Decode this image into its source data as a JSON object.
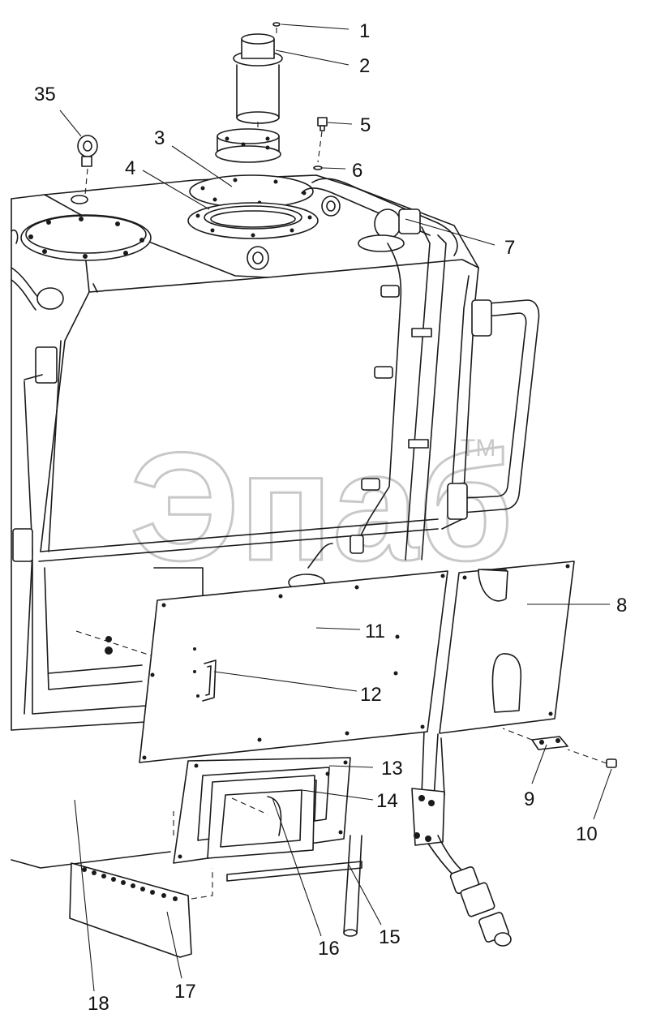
{
  "watermark": {
    "text": "Эпаб",
    "trademark": "TM"
  },
  "callouts": [
    {
      "id": "1",
      "label": "1"
    },
    {
      "id": "2",
      "label": "2"
    },
    {
      "id": "3",
      "label": "3"
    },
    {
      "id": "4",
      "label": "4"
    },
    {
      "id": "5",
      "label": "5"
    },
    {
      "id": "6",
      "label": "6"
    },
    {
      "id": "7",
      "label": "7"
    },
    {
      "id": "8",
      "label": "8"
    },
    {
      "id": "9",
      "label": "9"
    },
    {
      "id": "10",
      "label": "10"
    },
    {
      "id": "11",
      "label": "11"
    },
    {
      "id": "12",
      "label": "12"
    },
    {
      "id": "13",
      "label": "13"
    },
    {
      "id": "14",
      "label": "14"
    },
    {
      "id": "15",
      "label": "15"
    },
    {
      "id": "16",
      "label": "16"
    },
    {
      "id": "17",
      "label": "17"
    },
    {
      "id": "18",
      "label": "18"
    },
    {
      "id": "35",
      "label": "35"
    }
  ]
}
